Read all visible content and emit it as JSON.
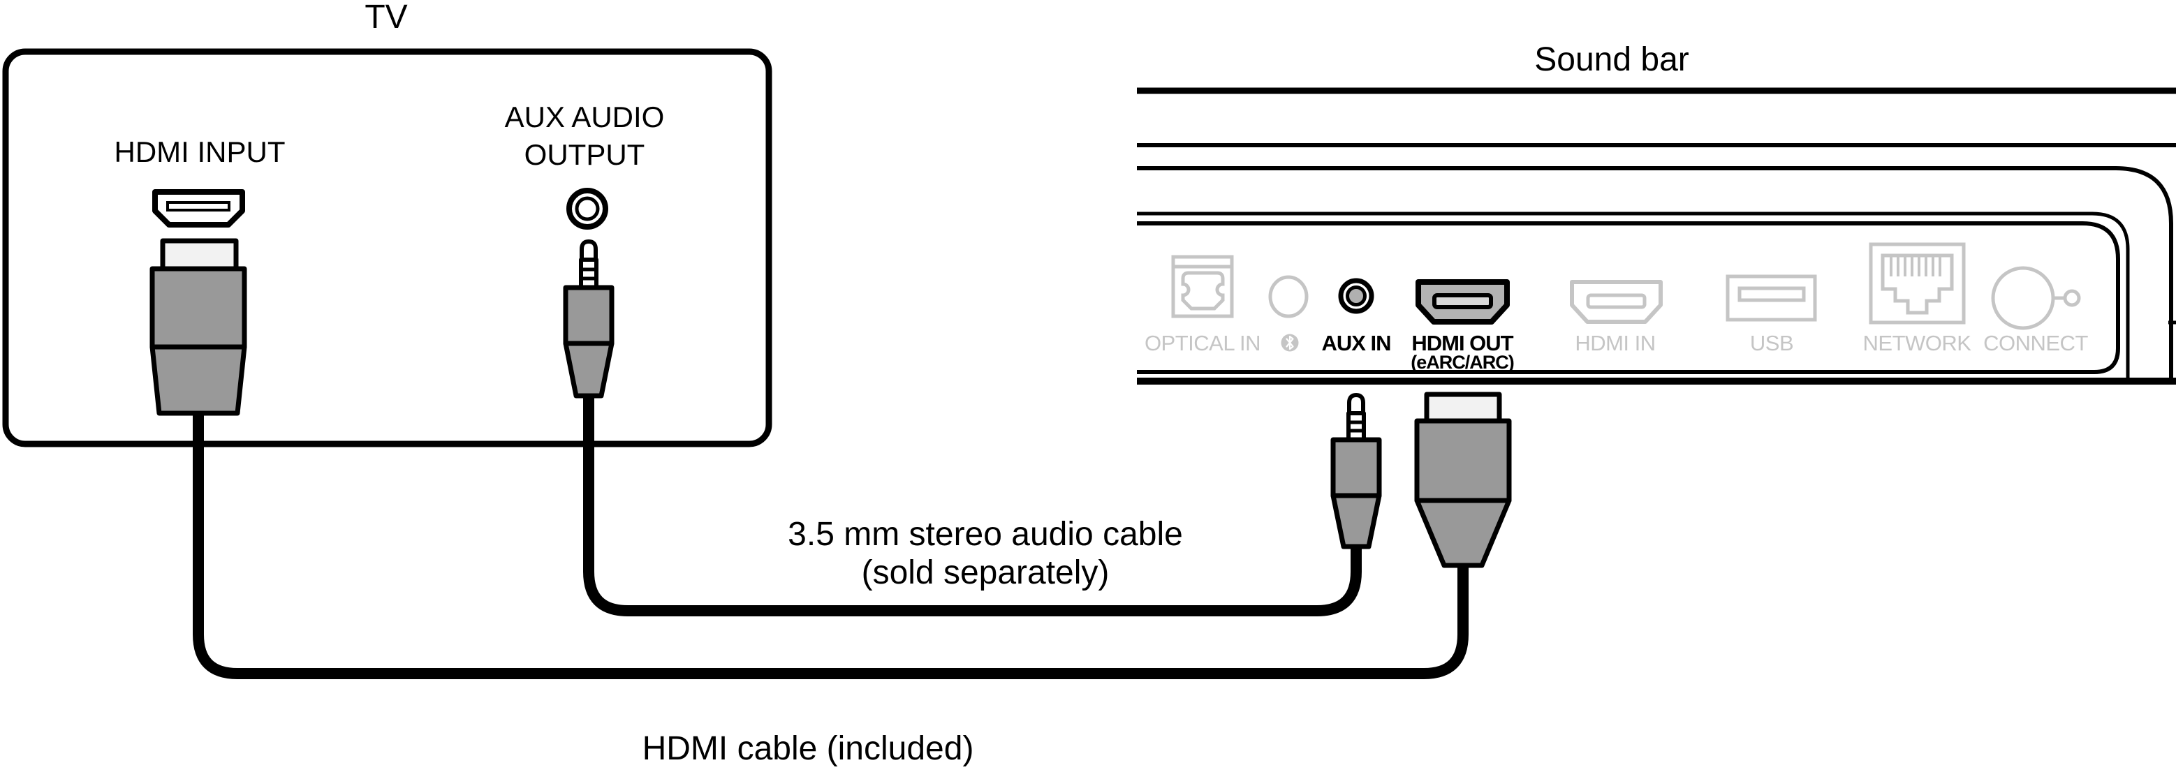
{
  "tv": {
    "title": "TV",
    "hdmi_input_label": "HDMI INPUT",
    "aux_output_label_line1": "AUX AUDIO",
    "aux_output_label_line2": "OUTPUT"
  },
  "soundbar": {
    "title": "Sound bar",
    "ports": [
      {
        "label": "OPTICAL IN",
        "state": "inactive"
      },
      {
        "label": "",
        "icon": "bluetooth-icon",
        "state": "inactive"
      },
      {
        "label": "AUX IN",
        "state": "active"
      },
      {
        "label": "HDMI OUT",
        "sublabel": "(eARC/ARC)",
        "state": "active"
      },
      {
        "label": "HDMI IN",
        "state": "inactive"
      },
      {
        "label": "USB",
        "state": "inactive"
      },
      {
        "label": "NETWORK",
        "state": "inactive"
      },
      {
        "label": "CONNECT",
        "state": "inactive"
      }
    ]
  },
  "cables": {
    "audio_label_line1": "3.5 mm stereo audio cable",
    "audio_label_line2": "(sold separately)",
    "hdmi_label": "HDMI cable (included)"
  },
  "colors": {
    "inactive_gray": "#c5c5c5",
    "active_black": "#000000",
    "plug_gray": "#999999",
    "plug_cap_light": "#f2f2f2",
    "hdmi_out_fill": "#b3b3b3",
    "hdmi_out_slot_fill": "#d9d9d9",
    "aux_in_center_fill": "#b0b0b0"
  }
}
